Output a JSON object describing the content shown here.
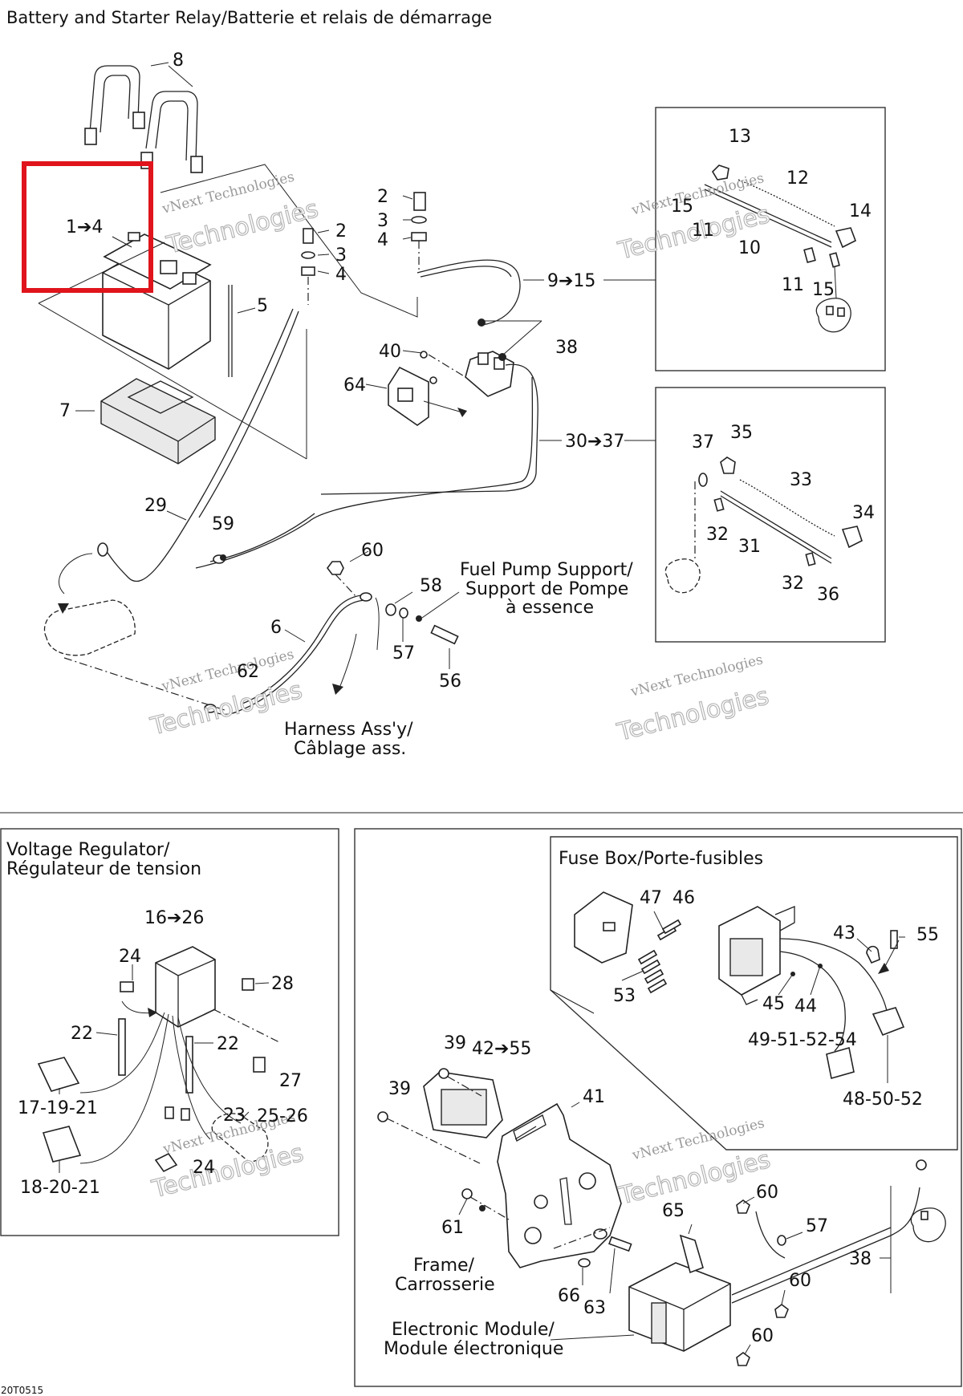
{
  "title": "Battery and Starter Relay/Batterie et relais de démarrage",
  "figure_code": "20T0515",
  "highlight_color": "#e0141c",
  "watermark": {
    "line1": "vNext Technologies",
    "line2": "Technologies"
  },
  "sections": {
    "voltage_regulator": [
      "Voltage Regulator/",
      "Régulateur de tension"
    ],
    "fuse_box": "Fuse Box/Porte-fusibles"
  },
  "captions": {
    "fuel_pump": [
      "Fuel Pump Support/",
      "Support de Pompe",
      "à essence"
    ],
    "harness": [
      "Harness Ass'y/",
      "Câblage ass."
    ],
    "frame": [
      "Frame/",
      "Carrosserie"
    ],
    "electronic_module": [
      "Electronic Module/",
      "Module électronique"
    ]
  },
  "part_labels": [
    "1➔4",
    "8",
    "2",
    "3",
    "4",
    "5",
    "7",
    "29",
    "59",
    "2",
    "3",
    "4",
    "9➔15",
    "40",
    "64",
    "38",
    "30➔37",
    "13",
    "12",
    "14",
    "15",
    "11",
    "10",
    "11",
    "15",
    "37",
    "35",
    "33",
    "34",
    "32",
    "31",
    "32",
    "36",
    "60",
    "58",
    "57",
    "56",
    "6",
    "62",
    "16➔26",
    "24",
    "28",
    "22",
    "22",
    "27",
    "23",
    "25-26",
    "24",
    "17-19-21",
    "18-20-21",
    "47",
    "46",
    "53",
    "43",
    "55",
    "45",
    "44",
    "49-51-52-54",
    "48-50-52",
    "39",
    "42➔55",
    "39",
    "41",
    "61",
    "60",
    "57",
    "65",
    "38",
    "66",
    "63",
    "60",
    "60"
  ]
}
